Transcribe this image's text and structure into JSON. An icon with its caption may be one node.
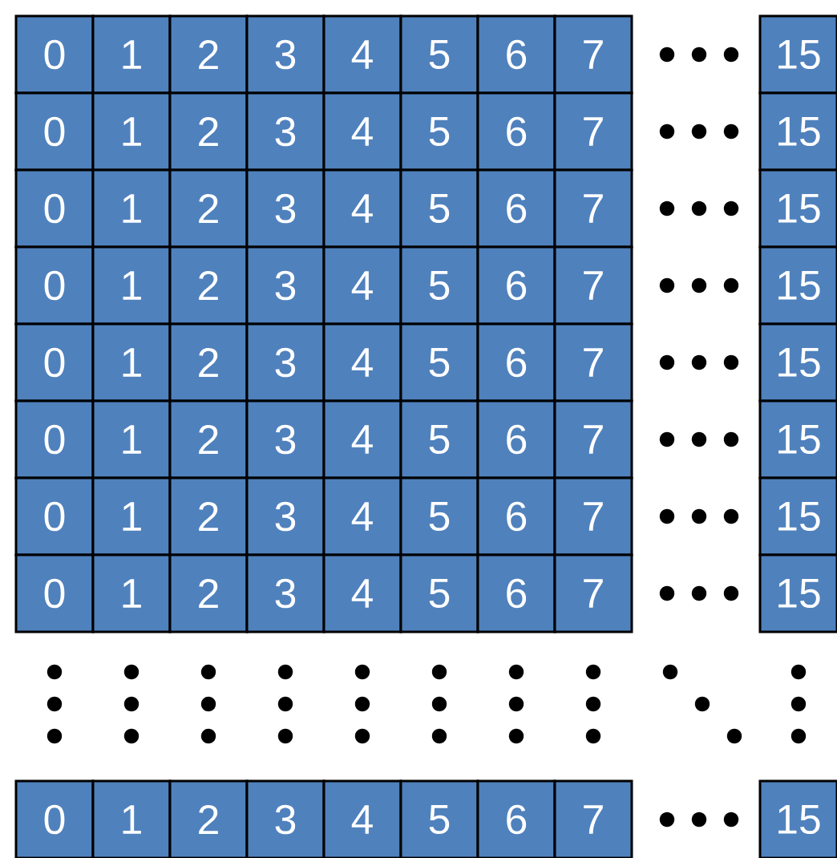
{
  "diagram": {
    "nodes": [
      {
        "text": [
          "0"
        ]
      },
      {
        "text": [
          "1"
        ]
      },
      {
        "text": [
          "2"
        ]
      },
      {
        "text": [
          "3"
        ]
      },
      {
        "text": [
          "4"
        ]
      },
      {
        "text": [
          "5"
        ]
      },
      {
        "text": [
          "6"
        ]
      },
      {
        "text": [
          "7"
        ]
      },
      {
        "text": [
          "15"
        ]
      },
      {
        "text": [
          "0"
        ]
      },
      {
        "text": [
          "1"
        ]
      },
      {
        "text": [
          "2"
        ]
      },
      {
        "text": [
          "3"
        ]
      },
      {
        "text": [
          "4"
        ]
      },
      {
        "text": [
          "5"
        ]
      },
      {
        "text": [
          "6"
        ]
      },
      {
        "text": [
          "7"
        ]
      },
      {
        "text": [
          "15"
        ]
      },
      {
        "text": [
          "0"
        ]
      },
      {
        "text": [
          "1"
        ]
      },
      {
        "text": [
          "2"
        ]
      },
      {
        "text": [
          "3"
        ]
      },
      {
        "text": [
          "4"
        ]
      },
      {
        "text": [
          "5"
        ]
      },
      {
        "text": [
          "6"
        ]
      },
      {
        "text": [
          "7"
        ]
      },
      {
        "text": [
          "15"
        ]
      },
      {
        "text": [
          "0"
        ]
      },
      {
        "text": [
          "1"
        ]
      },
      {
        "text": [
          "2"
        ]
      },
      {
        "text": [
          "3"
        ]
      },
      {
        "text": [
          "4"
        ]
      },
      {
        "text": [
          "5"
        ]
      },
      {
        "text": [
          "6"
        ]
      },
      {
        "text": [
          "7"
        ]
      },
      {
        "text": [
          "15"
        ]
      },
      {
        "text": [
          "0"
        ]
      },
      {
        "text": [
          "1"
        ]
      },
      {
        "text": [
          "2"
        ]
      },
      {
        "text": [
          "3"
        ]
      },
      {
        "text": [
          "4"
        ]
      },
      {
        "text": [
          "5"
        ]
      },
      {
        "text": [
          "6"
        ]
      },
      {
        "text": [
          "7"
        ]
      },
      {
        "text": [
          "15"
        ]
      },
      {
        "text": [
          "0"
        ]
      },
      {
        "text": [
          "1"
        ]
      },
      {
        "text": [
          "2"
        ]
      },
      {
        "text": [
          "3"
        ]
      },
      {
        "text": [
          "4"
        ]
      },
      {
        "text": [
          "5"
        ]
      },
      {
        "text": [
          "6"
        ]
      },
      {
        "text": [
          "7"
        ]
      },
      {
        "text": [
          "15"
        ]
      },
      {
        "text": [
          "0"
        ]
      },
      {
        "text": [
          "1"
        ]
      },
      {
        "text": [
          "2"
        ]
      },
      {
        "text": [
          "3"
        ]
      },
      {
        "text": [
          "4"
        ]
      },
      {
        "text": [
          "5"
        ]
      },
      {
        "text": [
          "6"
        ]
      },
      {
        "text": [
          "7"
        ]
      },
      {
        "text": [
          "15"
        ]
      },
      {
        "text": [
          "0"
        ]
      },
      {
        "text": [
          "1"
        ]
      },
      {
        "text": [
          "2"
        ]
      },
      {
        "text": [
          "3"
        ]
      },
      {
        "text": [
          "4"
        ]
      },
      {
        "text": [
          "5"
        ]
      },
      {
        "text": [
          "6"
        ]
      },
      {
        "text": [
          "7"
        ]
      },
      {
        "text": [
          "15"
        ]
      },
      {
        "text": [
          "0"
        ]
      },
      {
        "text": [
          "1"
        ]
      },
      {
        "text": [
          "2"
        ]
      },
      {
        "text": [
          "3"
        ]
      },
      {
        "text": [
          "4"
        ]
      },
      {
        "text": [
          "5"
        ]
      },
      {
        "text": [
          "6"
        ]
      },
      {
        "text": [
          "7"
        ]
      },
      {
        "text": [
          "15"
        ]
      }
    ]
  }
}
